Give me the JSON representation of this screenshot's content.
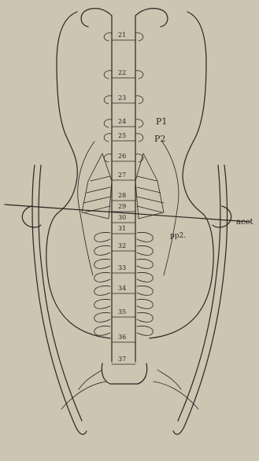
{
  "vertebra_numbers": [
    "21",
    "22",
    "23",
    "24",
    "25",
    "26",
    "27",
    "28",
    "29",
    "30",
    "31",
    "32",
    "33",
    "34",
    "35",
    "36",
    "37"
  ],
  "labels": {
    "p1": "P1",
    "p2": "P2",
    "pp2": "pp2.",
    "acet": "acet"
  }
}
